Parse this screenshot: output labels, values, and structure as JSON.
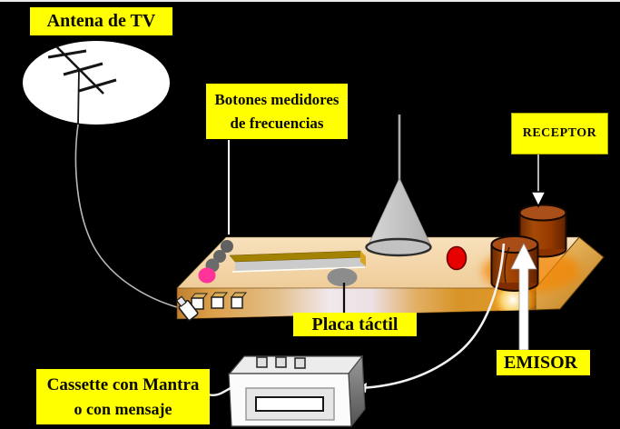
{
  "diagram": {
    "labels": {
      "antenna": "Antena de TV",
      "buttons_line1": "Botones medidores",
      "buttons_line2": "de frecuencias",
      "receptor": "RECEPTOR",
      "touch_plate": "Placa táctil",
      "emisor": "EMISOR",
      "cassette_line1": "Cassette con Mantra",
      "cassette_line2": "o con mensaje"
    },
    "colors": {
      "background": "#000000",
      "label_bg": "#FFFF00",
      "label_text": "#0A0A00",
      "platform_top": "#F4D6AA",
      "platform_side": "#DCA045",
      "cylinder_brown": "#993300",
      "cylinder_top_brown": "#A84D18",
      "red_button": "#E60000",
      "pink_button": "#FF3399",
      "gray_button": "#646464",
      "cone_gray": "#C6C6C6",
      "touch_plate_gray": "#8C8C8C",
      "slot_gold": "#A28200",
      "wire_white": "#F2F2F2",
      "antenna_disc_white": "#FFFFFF"
    }
  }
}
